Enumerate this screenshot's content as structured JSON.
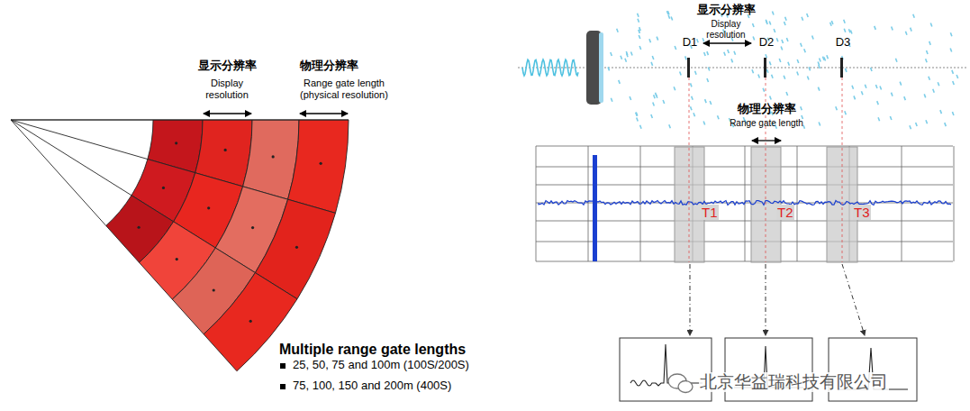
{
  "diagram": {
    "labels": [
      "显示分辨率",
      "Display resolution",
      "物理分辨率",
      "Range gate length (physical resolution)",
      "Multiple range gate lengths",
      "25, 50, 75 and 100m (100S/200S)",
      "75, 100, 150 and 200m (400S)",
      "显示分辨率",
      "Display resolution",
      "D1",
      "D2",
      "D3",
      "物理分辨率",
      "Range gate length",
      "T1",
      "T2",
      "T3",
      "北京华益瑞科技有限公司"
    ]
  }
}
